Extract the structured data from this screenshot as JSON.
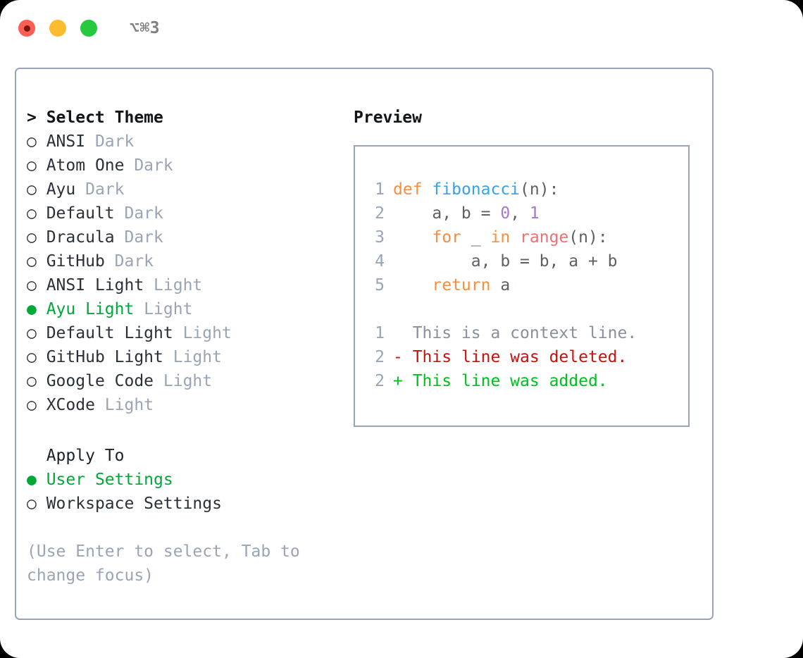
{
  "titlebar": {
    "shortcut": "⌥⌘3",
    "lights": [
      {
        "name": "close",
        "color": "#fa5e55"
      },
      {
        "name": "minimize",
        "color": "#fdbc2f"
      },
      {
        "name": "maximize",
        "color": "#28c840"
      }
    ]
  },
  "theme_panel": {
    "heading": "> Select Theme",
    "selected_theme": "Ayu Light",
    "markers": {
      "selected": "●",
      "unselected": "○"
    },
    "items": [
      {
        "marker": "○",
        "name": "ANSI",
        "variant": "Dark",
        "selected": false
      },
      {
        "marker": "○",
        "name": "Atom One",
        "variant": "Dark",
        "selected": false
      },
      {
        "marker": "○",
        "name": "Ayu",
        "variant": "Dark",
        "selected": false
      },
      {
        "marker": "○",
        "name": "Default",
        "variant": "Dark",
        "selected": false
      },
      {
        "marker": "○",
        "name": "Dracula",
        "variant": "Dark",
        "selected": false
      },
      {
        "marker": "○",
        "name": "GitHub",
        "variant": "Dark",
        "selected": false
      },
      {
        "marker": "○",
        "name": "ANSI Light",
        "variant": "Light",
        "selected": false
      },
      {
        "marker": "●",
        "name": "Ayu Light",
        "variant": "Light",
        "selected": true
      },
      {
        "marker": "○",
        "name": "Default Light",
        "variant": "Light",
        "selected": false
      },
      {
        "marker": "○",
        "name": "GitHub Light",
        "variant": "Light",
        "selected": false
      },
      {
        "marker": "○",
        "name": "Google Code",
        "variant": "Light",
        "selected": false
      },
      {
        "marker": "○",
        "name": "XCode",
        "variant": "Light",
        "selected": false
      }
    ]
  },
  "apply_to": {
    "heading": "  Apply To",
    "selected_target": "User Settings",
    "items": [
      {
        "marker": "●",
        "name": "User Settings",
        "selected": true
      },
      {
        "marker": "○",
        "name": "Workspace Settings",
        "selected": false
      }
    ]
  },
  "hint": "(Use Enter to select, Tab to change focus)",
  "preview": {
    "title": "Preview",
    "code": [
      {
        "ln": "1",
        "tokens": [
          {
            "t": "def",
            "c": "kw"
          },
          {
            "t": " ",
            "c": "pl"
          },
          {
            "t": "fibonacci",
            "c": "fn"
          },
          {
            "t": "(n):",
            "c": "pl"
          }
        ]
      },
      {
        "ln": "2",
        "tokens": [
          {
            "t": "    a, b = ",
            "c": "pl"
          },
          {
            "t": "0",
            "c": "num"
          },
          {
            "t": ", ",
            "c": "pl"
          },
          {
            "t": "1",
            "c": "num"
          }
        ]
      },
      {
        "ln": "3",
        "tokens": [
          {
            "t": "    ",
            "c": "pl"
          },
          {
            "t": "for",
            "c": "kw"
          },
          {
            "t": " _ ",
            "c": "pl"
          },
          {
            "t": "in",
            "c": "kw"
          },
          {
            "t": " ",
            "c": "pl"
          },
          {
            "t": "range",
            "c": "bi"
          },
          {
            "t": "(n):",
            "c": "pl"
          }
        ]
      },
      {
        "ln": "4",
        "tokens": [
          {
            "t": "        a, b = b, a + b",
            "c": "pl"
          }
        ]
      },
      {
        "ln": "5",
        "tokens": [
          {
            "t": "    ",
            "c": "pl"
          },
          {
            "t": "return",
            "c": "kw"
          },
          {
            "t": " a",
            "c": "pl"
          }
        ]
      }
    ],
    "diff": [
      {
        "ln": "1",
        "sign": " ",
        "text": " This is a context line.",
        "kind": "context"
      },
      {
        "ln": "2",
        "sign": "-",
        "text": " This line was deleted.",
        "kind": "deleted"
      },
      {
        "ln": "2",
        "sign": "+",
        "text": " This line was added.",
        "kind": "added"
      }
    ]
  },
  "colors": {
    "accent_green": "#00a83a",
    "muted_gray": "#9aa4b4",
    "border": "#98a3b5",
    "keyword": "#fa8d3e",
    "function": "#36a3e8",
    "builtin": "#f07171",
    "number": "#a37acc",
    "plain": "#5c6166",
    "diff_deleted": "#c4120c",
    "diff_added": "#00bf1f",
    "diff_context": "#8a9099"
  }
}
